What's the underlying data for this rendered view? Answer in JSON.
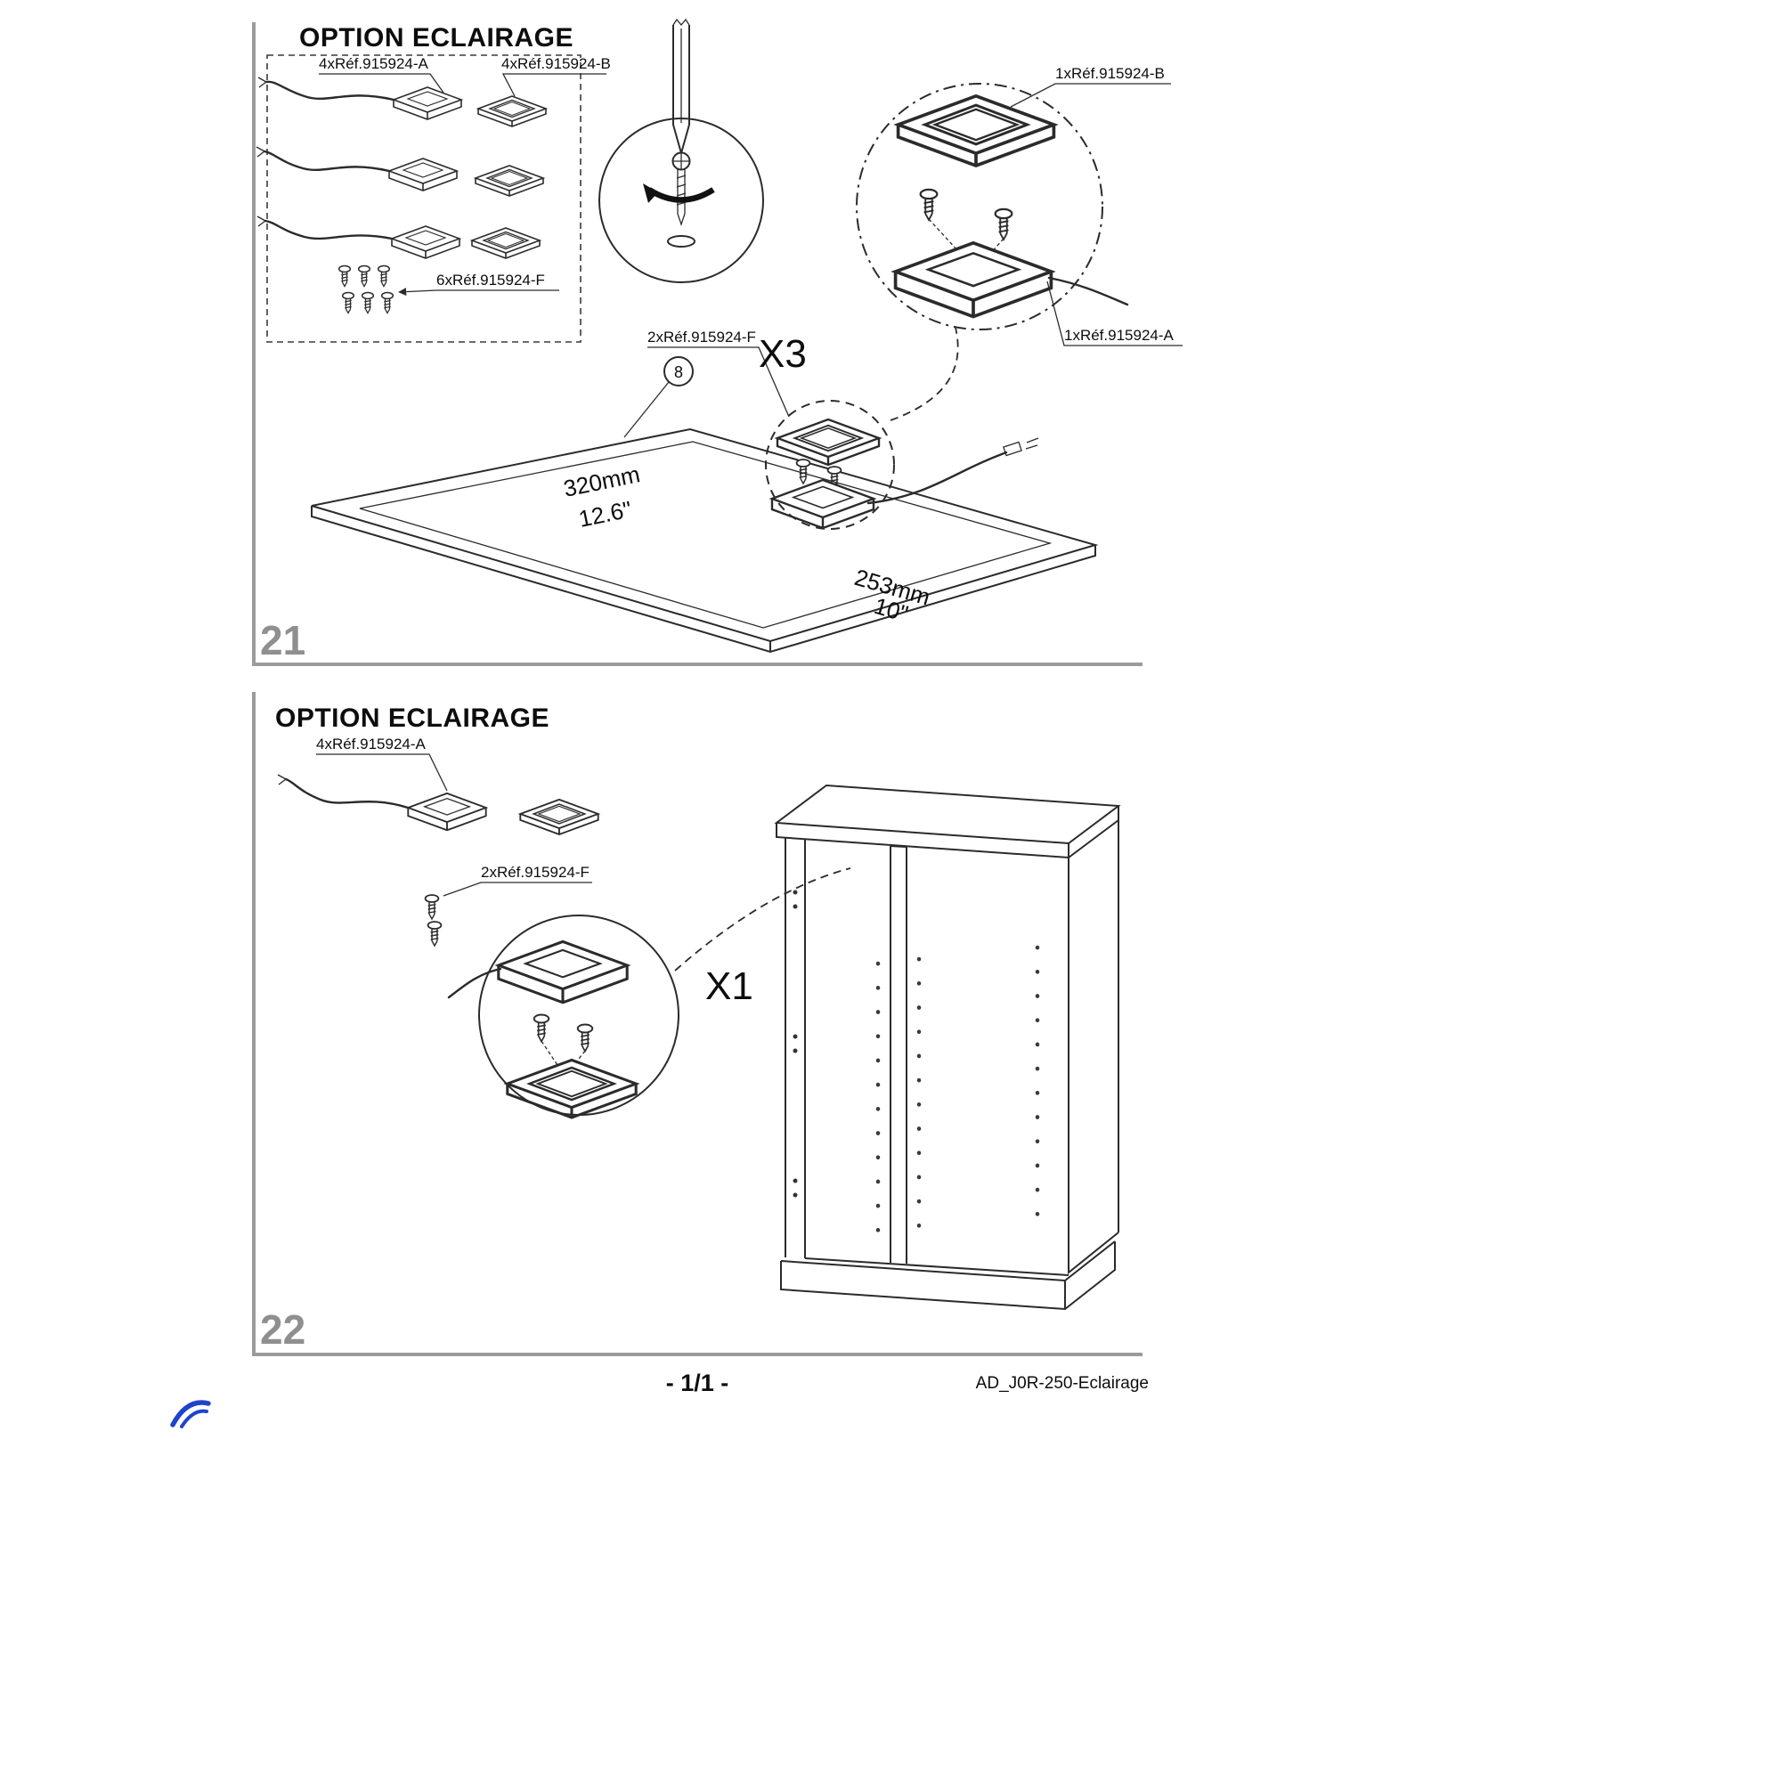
{
  "step21": {
    "number": "21",
    "title": "OPTION ECLAIRAGE",
    "labels": {
      "part_a": "4xRéf.915924-A",
      "part_b": "4xRéf.915924-B",
      "screws6": "6xRéf.915924-F",
      "detail_b": "1xRéf.915924-B",
      "detail_a": "1xRéf.915924-A",
      "screws2": "2xRéf.915924-F",
      "quantity": "X3",
      "callout": "8"
    },
    "dimensions": {
      "width_mm": "320mm",
      "width_in": "12.6\"",
      "depth_mm": "253mm",
      "depth_in": "10\""
    }
  },
  "step22": {
    "number": "22",
    "title": "OPTION ECLAIRAGE",
    "labels": {
      "part_a": "4xRéf.915924-A",
      "screws2": "2xRéf.915924-F",
      "quantity": "X1"
    }
  },
  "footer": {
    "page_number": "- 1/1 -",
    "doc_ref": "AD_J0R-250-Eclairage"
  }
}
